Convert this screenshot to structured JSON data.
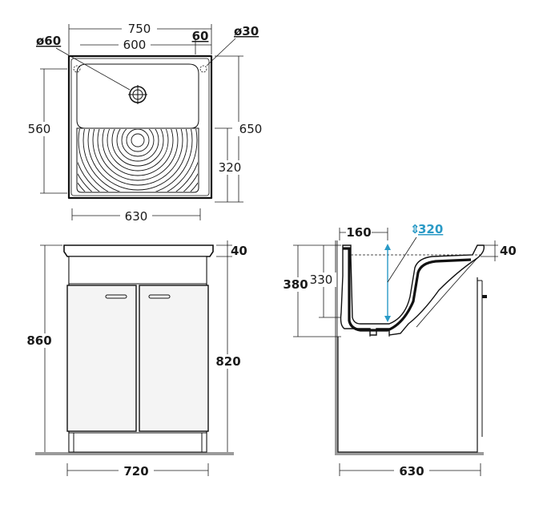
{
  "top_view": {
    "dim_total_width": "750",
    "dim_inner_width": "600",
    "dim_edge_offset": "60",
    "dim_drain_diameter": "ø60",
    "dim_hole_diameter": "ø30",
    "dim_basin_depth_left": "560",
    "dim_total_depth": "650",
    "dim_rib_depth": "320",
    "dim_base_width": "630"
  },
  "front_view": {
    "dim_top_thickness": "40",
    "dim_total_height": "860",
    "dim_cabinet_height": "820",
    "dim_cabinet_width": "720"
  },
  "side_view": {
    "dim_wall_offset": "160",
    "dim_basin_depth_highlight": "320",
    "dim_rim_thickness": "40",
    "dim_sink_height": "380",
    "dim_inner_height": "330",
    "dim_depth": "630"
  },
  "colors": {
    "line": "#111111",
    "accent": "#2a9ac6",
    "floor": "#9a9a9a",
    "panel_fill": "#f4f4f4"
  }
}
